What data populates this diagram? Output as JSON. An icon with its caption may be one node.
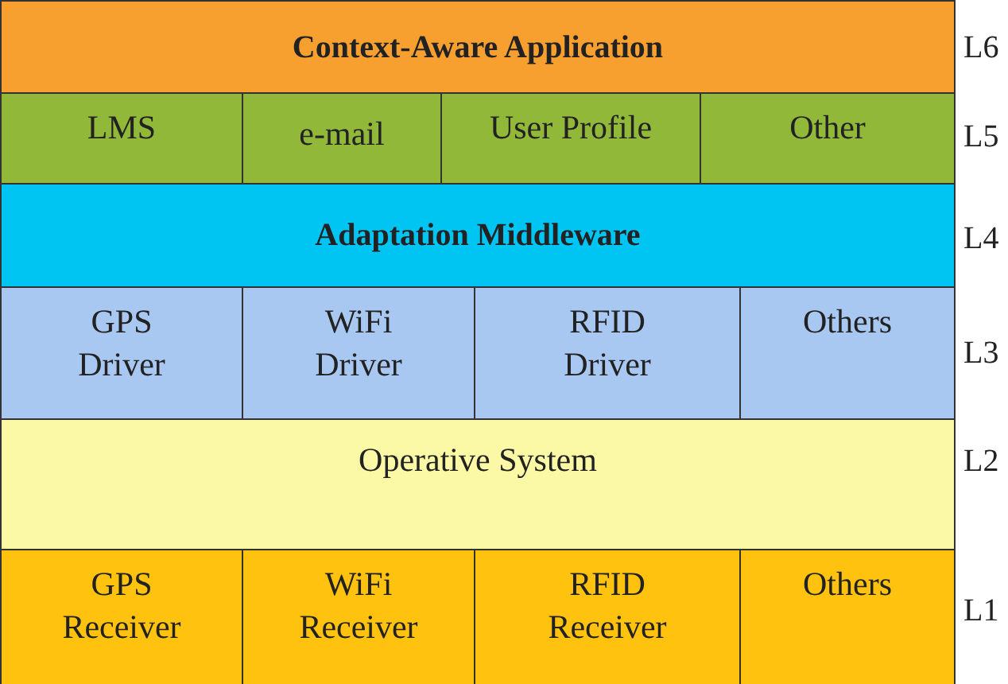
{
  "diagram": {
    "nodes": [
      {
        "text": [
          "Context-Aware Application"
        ]
      },
      {
        "text": [
          "LMS"
        ]
      },
      {
        "text": [
          "e-mail"
        ]
      },
      {
        "text": [
          "User Profile"
        ]
      },
      {
        "text": [
          "Other"
        ]
      },
      {
        "text": [
          "Adaptation Middleware"
        ]
      },
      {
        "text": [
          "GPS Driver"
        ]
      },
      {
        "text": [
          "WiFi Driver"
        ]
      },
      {
        "text": [
          "RFID Driver"
        ]
      },
      {
        "text": [
          "Others"
        ]
      },
      {
        "text": [
          "Operative System"
        ]
      },
      {
        "text": [
          "GPS Receiver"
        ]
      },
      {
        "text": [
          "WiFi Receiver"
        ]
      },
      {
        "text": [
          "RFID Receiver"
        ]
      },
      {
        "text": [
          "Others"
        ]
      }
    ],
    "labels": [
      "L6",
      "L5",
      "L4",
      "L3",
      "L2",
      "L1"
    ]
  }
}
